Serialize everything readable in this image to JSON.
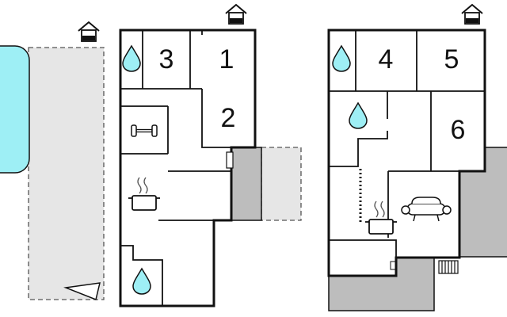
{
  "rooms": [
    {
      "id": "room-1",
      "label": "1"
    },
    {
      "id": "room-2",
      "label": "2"
    },
    {
      "id": "room-3",
      "label": "3"
    },
    {
      "id": "room-4",
      "label": "4"
    },
    {
      "id": "room-5",
      "label": "5"
    },
    {
      "id": "room-6",
      "label": "6"
    }
  ],
  "colors": {
    "pool": "#9EEFF5",
    "outdoor_area": "#E6E6E6",
    "terrace": "#BDBDBD",
    "wall": "#111111",
    "water_drop": "#9EEFF5"
  },
  "icons": {
    "entrance": "house-entrance-icon",
    "bathroom": "water-drop-icon",
    "fitness": "dumbbell-icon",
    "kitchen": "cooking-pot-icon",
    "living": "sofa-icon",
    "stairs": "stairs-icon",
    "orientation": "triangle-icon"
  }
}
